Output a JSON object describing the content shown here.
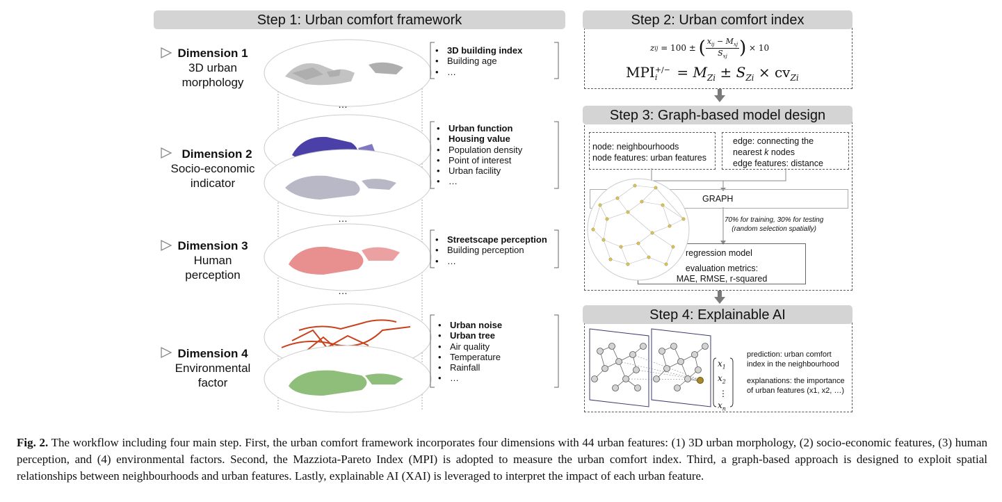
{
  "steps": {
    "step1": "Step 1: Urban comfort framework",
    "step2": "Step 2: Urban comfort index",
    "step3": "Step 3: Graph-based model design",
    "step4": "Step 4: Explainable AI"
  },
  "dimensions": [
    {
      "title": "Dimension 1",
      "sub1": "3D urban",
      "sub2": "morphology",
      "items": [
        {
          "text": "3D building index",
          "bold": true
        },
        {
          "text": "Building age",
          "bold": false
        },
        {
          "text": "…",
          "bold": false
        }
      ]
    },
    {
      "title": "Dimension 2",
      "sub1": "Socio-economic",
      "sub2": "indicator",
      "items": [
        {
          "text": "Urban function",
          "bold": true
        },
        {
          "text": "Housing value",
          "bold": true
        },
        {
          "text": "Population density",
          "bold": false
        },
        {
          "text": "Point of interest",
          "bold": false
        },
        {
          "text": "Urban facility",
          "bold": false
        },
        {
          "text": "…",
          "bold": false
        }
      ]
    },
    {
      "title": "Dimension 3",
      "sub1": "Human",
      "sub2": "perception",
      "items": [
        {
          "text": "Streetscape perception",
          "bold": true
        },
        {
          "text": "Building perception",
          "bold": false
        },
        {
          "text": "…",
          "bold": false
        }
      ]
    },
    {
      "title": "Dimension 4",
      "sub1": "Environmental",
      "sub2": "factor",
      "items": [
        {
          "text": "Urban noise",
          "bold": true
        },
        {
          "text": "Urban tree",
          "bold": true
        },
        {
          "text": "Air quality",
          "bold": false
        },
        {
          "text": "Temperature",
          "bold": false
        },
        {
          "text": "Rainfall",
          "bold": false
        },
        {
          "text": "…",
          "bold": false
        }
      ]
    }
  ],
  "ellipsis": "…",
  "bullet": "•",
  "colors": {
    "dim1": "#9a9a9a",
    "dim2": "#4b3fa8",
    "dim2b": "#9a9aae",
    "dim3": "#e89090",
    "dim4": "#c8411a",
    "dim4b": "#6aa84f",
    "graph_node": "#d9c45a"
  },
  "formula1": {
    "lhs": "z",
    "lhs_sub": "ij",
    "eq": " = 100 ± ",
    "num": "x",
    "num_sub": "ij",
    "num_rest": " − M",
    "num_rest_sub": "xj",
    "den": "S",
    "den_sub": "xj",
    "tail": " × 10"
  },
  "formula2": {
    "lhs": "MPI",
    "lhs_sub": "i",
    "lhs_sup": "+/−",
    "eq": " = M",
    "m_sub": "Zi",
    "pm": " ± S",
    "s_sub": "Zi",
    "times": " × cv",
    "cv_sub": "Zi"
  },
  "step3": {
    "node_box": [
      "node: neighbourhoods",
      "node features: urban features"
    ],
    "edge_box": [
      "edge: connecting the",
      "nearest ",
      "k",
      " nodes",
      "edge features: distance"
    ],
    "graph_label": "GRAPH",
    "split1": "70% for training, 30% for testing",
    "split2": "(random selection spatially)",
    "regression": "regression model",
    "eval1": "evaluation metrics:",
    "eval2": "MAE, RMSE, r-squared"
  },
  "step4": {
    "pred1": "prediction: urban comfort",
    "pred2": "index in the neighbourhood",
    "expl1": "explanations: the importance",
    "expl2": "of urban features (x1, x2, …)",
    "features": [
      "x",
      "x",
      "⋮",
      "x"
    ],
    "feature_subs": [
      "1",
      "2",
      "",
      "n"
    ]
  },
  "caption": {
    "label": "Fig. 2.",
    "text": " The workflow including four main step. First, the urban comfort framework incorporates four dimensions with 44 urban features: (1) 3D urban morphology, (2) socio-economic features, (3) human perception, and (4) environmental factors. Second, the Mazziota-Pareto Index (MPI) is adopted to measure the urban comfort index. Third, a graph-based approach is designed to exploit spatial relationships between neighbourhoods and urban features. Lastly, explainable AI (XAI) is leveraged to interpret the impact of each urban feature."
  }
}
